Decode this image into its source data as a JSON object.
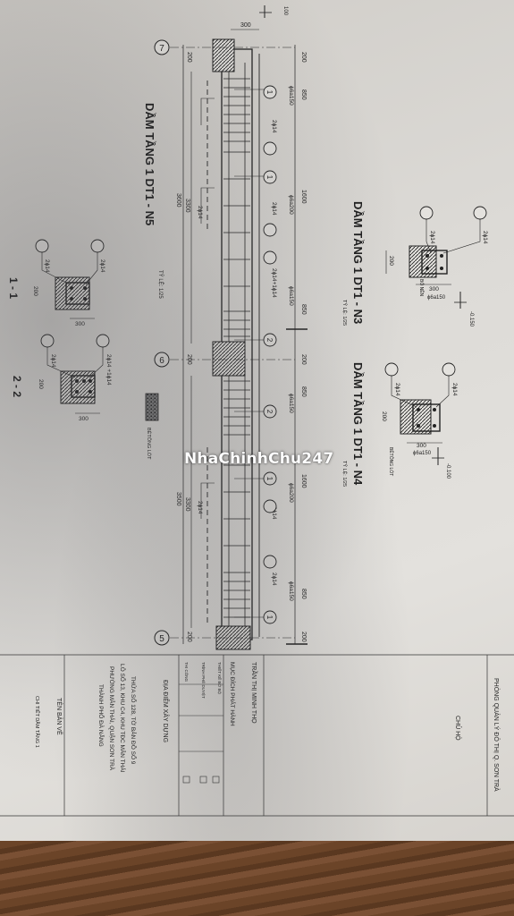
{
  "watermark": "NhaChinhChu247",
  "axes": {
    "a7": "7",
    "a6": "6",
    "a5": "5"
  },
  "top_labels": {
    "l100": "100",
    "l300": "300"
  },
  "beam_n5": {
    "title": "DẦM TẦNG 1 DT1 - N5",
    "scale": "TỶ LỆ: 1/25",
    "span_a": "3600",
    "span_b": "3500",
    "inner_a": "3300",
    "inner_b": "3300",
    "support_200": "200",
    "seg_850": "850",
    "seg_1600": "1600",
    "stirrup_150": "ϕ6a150",
    "stirrup_200": "ϕ6a200",
    "bar_2d14": "2ϕ14",
    "bar_combo": "2ϕ14+1ϕ14",
    "mark_1": "1",
    "mark_2": "2"
  },
  "beam_n3": {
    "title": "DẦM TẦNG 1 DT1 - N3",
    "scale": "TỶ LỆ: 1/25",
    "note": "BỎ NỀN",
    "level": "-0.150",
    "w": "300",
    "h": "200",
    "stirrup": "ϕ6a150",
    "bar": "2ϕ14"
  },
  "beam_n4": {
    "title": "DẦM TẦNG 1 DT1 - N4",
    "scale": "TỶ LỆ: 1/25",
    "note": "BÊTÔNG LÓT",
    "level": "-0.100",
    "w": "300",
    "h": "200",
    "stirrup": "ϕ6a150",
    "bar": "2ϕ14"
  },
  "sections": {
    "s1": {
      "title": "1 - 1",
      "w": "300",
      "h": "200",
      "bar_top": "2ϕ14",
      "bar_bot": "2ϕ14"
    },
    "s2": {
      "title": "2 - 2",
      "w": "300",
      "h": "200",
      "bar_top": "2ϕ14 +1ϕ14",
      "bar_bot": "2ϕ14"
    }
  },
  "legend": {
    "label": "BÊTÔNG LÓT"
  },
  "title_block": {
    "authority": "PHÒNG QUẢN LÝ ĐÔ THỊ Q. SƠN TRÀ",
    "owner_label": "CHỦ HỘ",
    "owner_name": "TRẦN THỊ MINH THỌ",
    "purpose": "MỤC ĐÍCH PHÁT HÀNH",
    "row1": "THIẾT KẾ BỞ BỘ",
    "row2": "TRÌNH PHÊ DUYỆT",
    "row3": "THI CÔNG",
    "location_label": "ĐỊA ĐIỂM XÂY DỰNG",
    "address_1": "THỬA SỐ 128, TỜ BẢN ĐỒ SỐ 9",
    "address_2": "LÔ SỐ 13, KHU C4, KHU TĐC MÂN THÁI",
    "address_3": "PHƯỜNG MÂN THÁI, QUẬN SƠN TRÀ",
    "address_4": "THÀNH PHỐ ĐÀ NẴNG",
    "drawing_label": "TÊN BẢN VẼ",
    "drawing_name": "CHI TIẾT DẦM TẦNG 1"
  }
}
